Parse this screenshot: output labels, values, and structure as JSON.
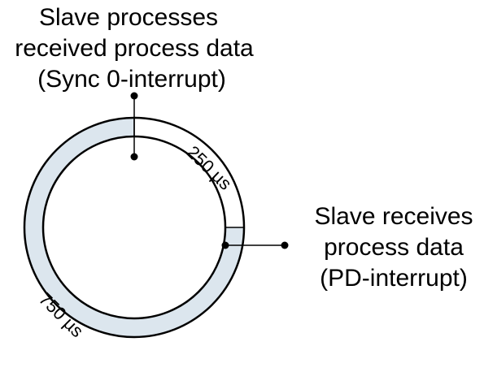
{
  "labels": {
    "sync": {
      "line1": "Slave processes",
      "line2": "received process data",
      "line3": "(Sync 0-interrupt)"
    },
    "pd": {
      "line1": "Slave receives",
      "line2": "process data",
      "line3": "(PD-interrupt)"
    }
  },
  "segments": {
    "short_duration": "250 µs",
    "long_duration": "750 µs"
  },
  "colors": {
    "ring_fill": "#dce6ee",
    "outline": "#000000"
  }
}
